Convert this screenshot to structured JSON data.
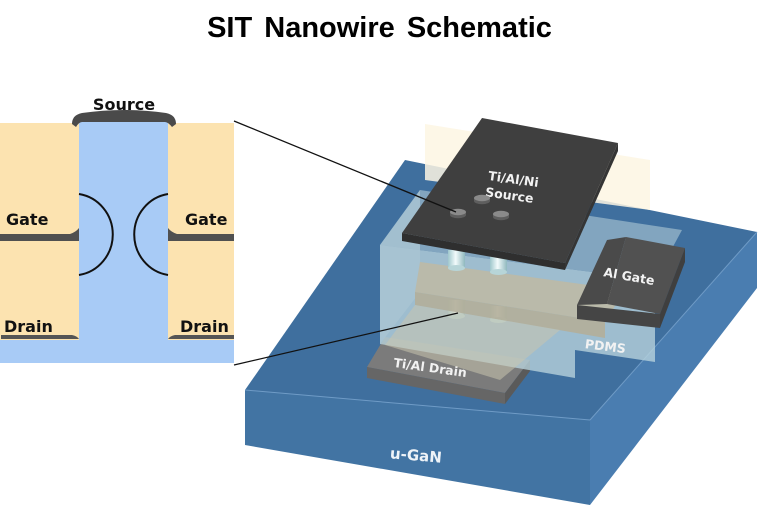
{
  "title": "SIT Nanowire Schematic",
  "cross_section": {
    "labels": {
      "source": "Source",
      "gate_left": "Gate",
      "gate_right": "Gate",
      "drain_left": "Drain",
      "drain_right": "Drain"
    },
    "colors": {
      "dielectric": "#FCE3B0",
      "nanowire": "#A8CBF6",
      "metal": "#505050",
      "depletion_outline": "#111111"
    }
  },
  "device_3d": {
    "labels": {
      "source_line1": "Ti/Al/Ni",
      "source_line2": "Source",
      "gate": "Al Gate",
      "pdms": "PDMS",
      "drain": "Ti/Al Drain",
      "substrate": "u-GaN"
    },
    "colors": {
      "substrate_top": "#3F6F9E",
      "substrate_front": "#4274A3",
      "substrate_side": "#4A7DB0",
      "pdms": "#A9C6D3",
      "source_metal": "#3E3E3E",
      "gate_metal": "#4F4F4F",
      "drain_metal": "#7A7A7A",
      "pillar": "#D8EEF0"
    }
  },
  "callout_lines": 2
}
